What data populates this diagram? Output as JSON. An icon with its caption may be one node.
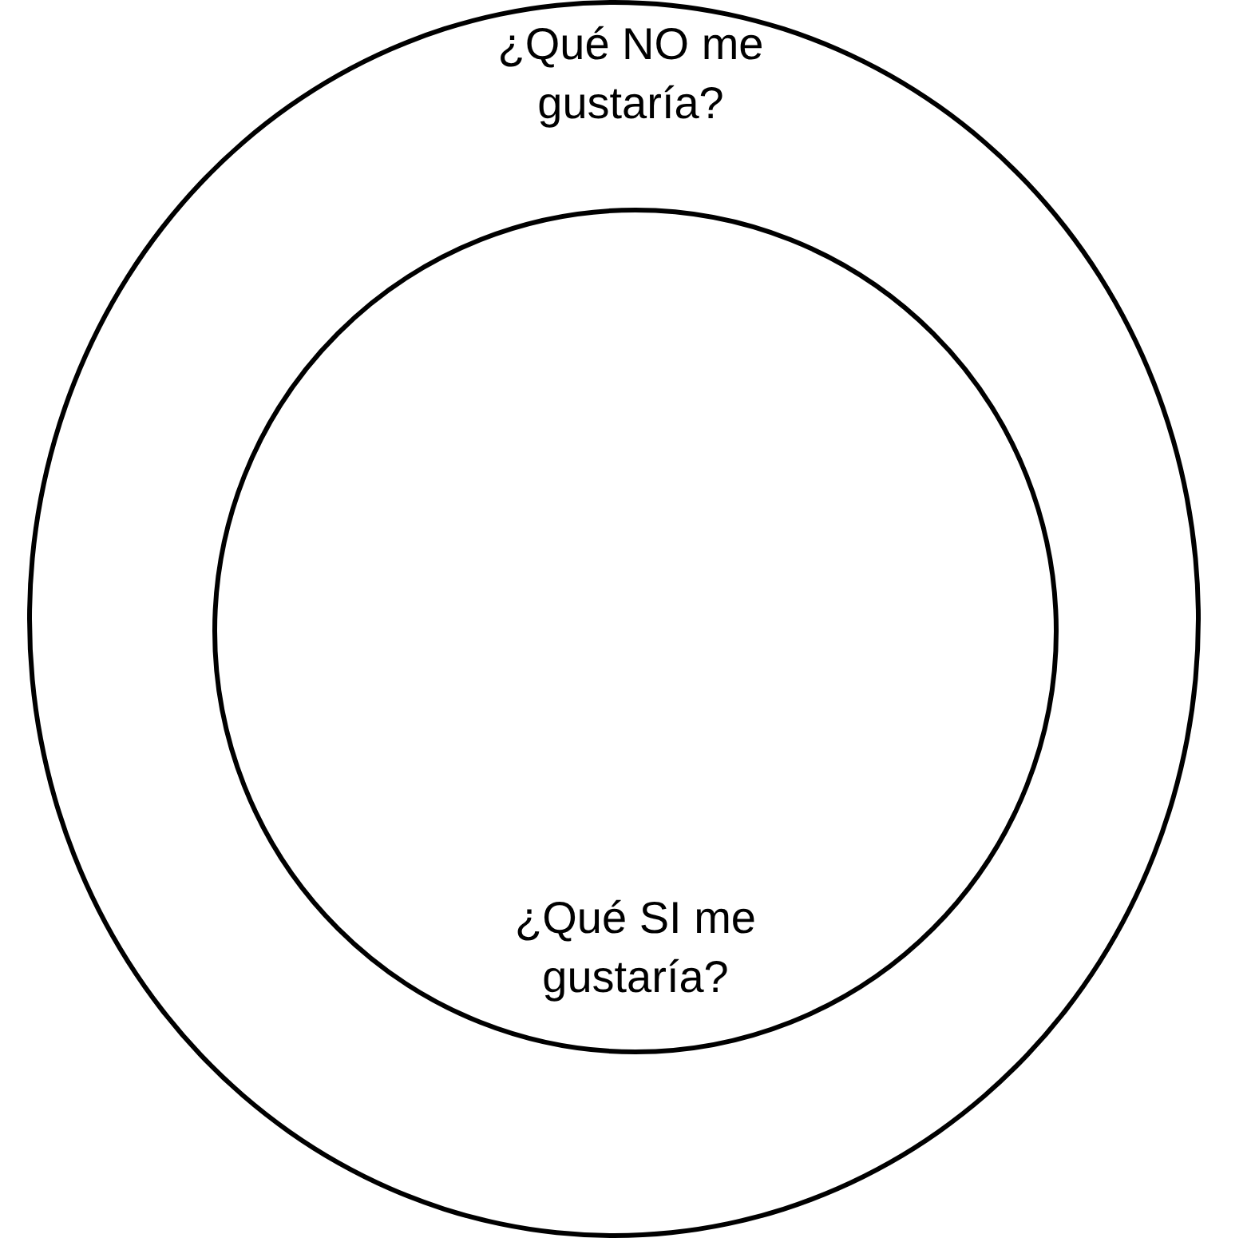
{
  "diagram": {
    "nodes": [
      {
        "text": [
          "¿Qué NO me gustaría?"
        ]
      },
      {
        "text": [
          "¿Qué SI me gustaría?"
        ],
        "in": 0
      }
    ]
  }
}
